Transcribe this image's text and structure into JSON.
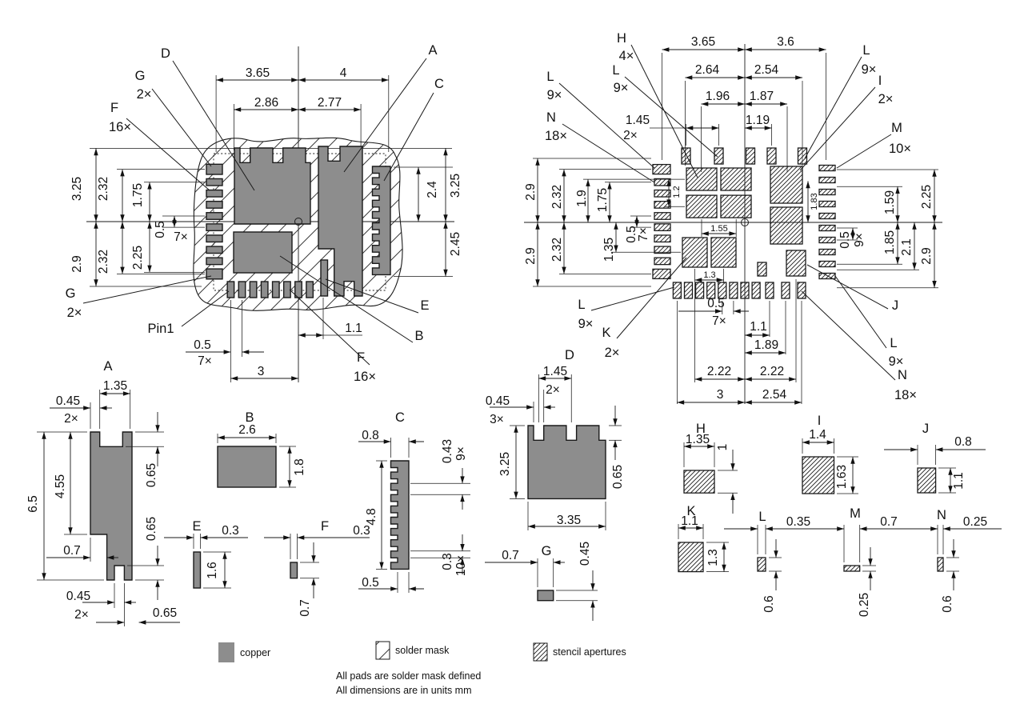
{
  "legend": {
    "copper": "copper",
    "solder_mask": "solder mask",
    "stencil": "stencil apertures"
  },
  "notes": {
    "line1": "All pads are solder mask defined",
    "line2": "All dimensions are in units mm"
  },
  "colors": {
    "copper": "#8d8d8d",
    "line": "#1a1a1a",
    "background": "#ffffff"
  },
  "left_view": {
    "callouts": {
      "d": "D",
      "g1": "G",
      "g1q": "2×",
      "f1": "F",
      "f1q": "16×",
      "a": "A",
      "c": "C",
      "g2": "G",
      "g2q": "2×",
      "pin1": "Pin1",
      "e": "E",
      "b": "B",
      "f2": "F",
      "f2q": "16×"
    },
    "dims": {
      "t1": "3.65",
      "t2": "4",
      "t3": "2.86",
      "t4": "2.77",
      "lu1": "3.25",
      "lu2": "2.32",
      "lu3": "1.75",
      "lu4": "0.5",
      "lu4q": "7×",
      "ll1": "2.9",
      "ll2": "2.32",
      "ll3": "2.25",
      "r1": "2.4",
      "r2": "3.25",
      "r3": "2.45",
      "b1": "0.5",
      "b1q": "7×",
      "b2": "3",
      "b3": "1.1"
    }
  },
  "right_view": {
    "callouts": {
      "h": "H",
      "hq": "4×",
      "l1": "L",
      "l1q": "9×",
      "l2": "L",
      "l2q": "9×",
      "n1": "N",
      "n1q": "18×",
      "l3": "L",
      "l3q": "9×",
      "i": "I",
      "iq": "2×",
      "m": "M",
      "mq": "10×",
      "j": "J",
      "l4": "L",
      "l4q": "9×",
      "n2": "N",
      "n2q": "18×",
      "l5": "L",
      "l5q": "9×",
      "k": "K",
      "kq": "2×"
    },
    "dims": {
      "t1": "3.65",
      "t2": "3.6",
      "t3": "2.64",
      "t4": "2.54",
      "t5": "1.96",
      "t6": "1.87",
      "t7": "1.45",
      "t7q": "2×",
      "t8": "1.19",
      "lu1": "2.9",
      "lu2": "2.32",
      "lu3": "1.9",
      "lu4": "1.75",
      "lu5": "0.5",
      "lu5q": "7×",
      "ll1": "2.9",
      "ll2": "2.32",
      "ll3": "1.35",
      "c1": "1.2",
      "c2": "1.55",
      "c3": "1.3",
      "c4": "1.83",
      "ru1": "2.25",
      "ru2": "1.59",
      "r05": "0.5",
      "r05q": "9×",
      "rl1": "1.85",
      "rl2": "2.1",
      "rl3": "2.9",
      "b1": "0.5",
      "b1q": "7×",
      "b2": "1.1",
      "b3": "1.89",
      "b4": "2.22",
      "b5": "2.22",
      "b6": "3",
      "b7": "2.54"
    }
  },
  "details": {
    "a": {
      "title": "A",
      "w_top": "1.35",
      "notch": "0.45",
      "notch_qty": "2×",
      "h_total": "6.5",
      "h_upper": "4.55",
      "d1": "0.65",
      "d2": "0.65",
      "step": "0.7",
      "slot": "0.45",
      "slot_qty": "2×",
      "d3": "0.65"
    },
    "b": {
      "title": "B",
      "w": "2.6",
      "h": "1.8"
    },
    "c": {
      "title": "C",
      "w": "0.8",
      "h": "4.8",
      "pitch": "0.43",
      "pitch_qty": "9×",
      "tooth": "0.3",
      "tooth_qty": "10×",
      "body": "0.5"
    },
    "d": {
      "title": "D",
      "pitch": "1.45",
      "pitch_qty": "2×",
      "notch": "0.45",
      "notch_qty": "3×",
      "h": "3.25",
      "w": "3.35",
      "depth": "0.65"
    },
    "e": {
      "title": "E",
      "w": "0.3",
      "h": "1.6"
    },
    "f": {
      "title": "F",
      "w": "0.3",
      "h": "0.7"
    },
    "g": {
      "title": "G",
      "w": "0.7",
      "h": "0.45"
    },
    "h": {
      "title": "H",
      "w": "1.35",
      "h": "1"
    },
    "i": {
      "title": "I",
      "w": "1.4",
      "h": "1.63"
    },
    "j": {
      "title": "J",
      "w": "0.8",
      "h": "1.1"
    },
    "k": {
      "title": "K",
      "w": "1.1",
      "h": "1.3"
    },
    "l": {
      "title": "L",
      "w": "0.35",
      "h": "0.6"
    },
    "m": {
      "title": "M",
      "w": "0.7",
      "h": "0.25"
    },
    "n": {
      "title": "N",
      "w": "0.25",
      "h": "0.6"
    }
  }
}
